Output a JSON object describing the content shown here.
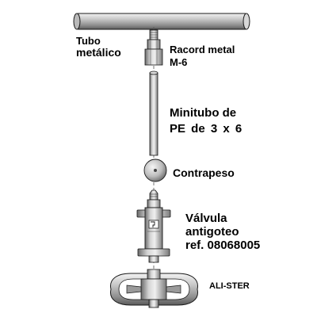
{
  "labels": {
    "tubo_line1": "Tubo",
    "tubo_line2": "metálico",
    "racord_line1": "Racord metal",
    "racord_line2": "M-6",
    "minitubo_line1": "Minitubo de",
    "minitubo_line2": "PE  de  3 x 6",
    "contrapeso": "Contrapeso",
    "valvula_line1": "Válvula",
    "valvula_line2": "antigoteo",
    "valvula_line3": "ref. 08068005",
    "alister": "ALI-STER"
  },
  "colors": {
    "metal_light": "#e6e6e6",
    "metal_mid": "#a8a8a8",
    "metal_dark": "#555555",
    "outline": "#1a1a1a",
    "text": "#000000"
  }
}
